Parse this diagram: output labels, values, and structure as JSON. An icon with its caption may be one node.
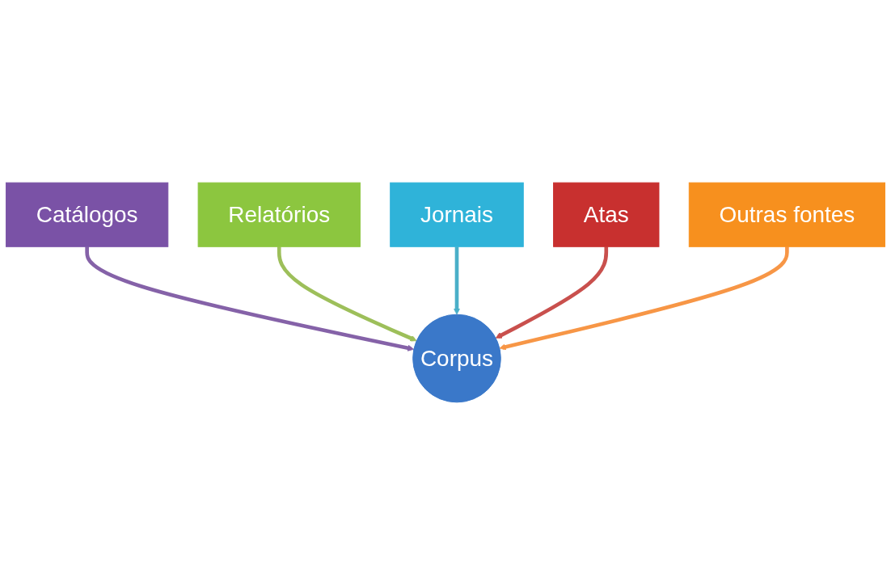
{
  "diagram": {
    "nodes": [
      {
        "text": [
          "Catálogos"
        ]
      },
      {
        "text": [
          "Relatórios"
        ]
      },
      {
        "text": [
          "Jornais"
        ]
      },
      {
        "text": [
          "Atas"
        ]
      },
      {
        "text": [
          "Corpus"
        ]
      },
      {
        "text": [
          "Outras fontes"
        ]
      }
    ],
    "edges": [
      {
        "from": 0,
        "to": 4,
        "arrow": "to",
        "color": "#8562a8"
      },
      {
        "from": 1,
        "to": 4,
        "arrow": "to",
        "color": "#9dbf5a"
      },
      {
        "from": 2,
        "to": 4,
        "arrow": "to",
        "color": "#4aafc8"
      },
      {
        "from": 3,
        "to": 4,
        "arrow": "to",
        "color": "#c9504d"
      },
      {
        "from": 5,
        "to": 4,
        "arrow": "to",
        "color": "#f79646"
      }
    ]
  }
}
